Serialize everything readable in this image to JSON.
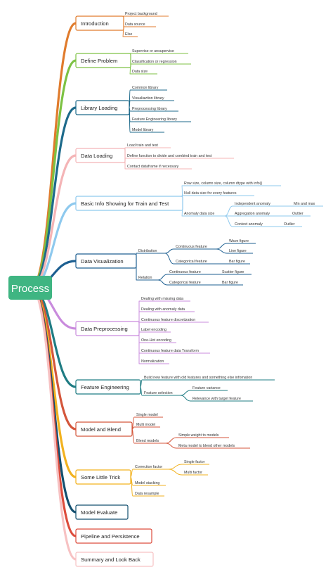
{
  "root": {
    "label": "Process",
    "color": "#3fb582"
  },
  "branches": [
    {
      "id": "introduction",
      "label": "Introduction",
      "color": "#e07b2c",
      "children": [
        {
          "label": "Project background"
        },
        {
          "label": "Data source"
        },
        {
          "label": "Else"
        }
      ]
    },
    {
      "id": "define-problem",
      "label": "Define Problem",
      "color": "#7dc243",
      "children": [
        {
          "label": "Supervise or unsupervise"
        },
        {
          "label": "Classification or regression"
        },
        {
          "label": "Data size"
        }
      ]
    },
    {
      "id": "library-loading",
      "label": "Library Loading",
      "color": "#1d6a8b",
      "children": [
        {
          "label": "Common library"
        },
        {
          "label": "Visualiaztion library"
        },
        {
          "label": "Preprocessing library"
        },
        {
          "label": "Feature Engineering library"
        },
        {
          "label": "Model library"
        }
      ]
    },
    {
      "id": "data-loading",
      "label": "Data Loading",
      "color": "#f4b4b6",
      "children": [
        {
          "label": "Load train and test"
        },
        {
          "label": "Define function to divide and combind train and test"
        },
        {
          "label": "Contact dataframe if necessary"
        }
      ]
    },
    {
      "id": "basic-info",
      "label": "Basic Info Showing for Train and Test",
      "color": "#8ec9ee",
      "children": [
        {
          "label": "Row size, column size, column dtype with info()"
        },
        {
          "label": "Null data size for every features"
        },
        {
          "label": "Anomaly data size",
          "children": [
            {
              "label": "Independent anomaly",
              "children": [
                {
                  "label": "Min and max"
                }
              ]
            },
            {
              "label": "Aggregation anomaly",
              "children": [
                {
                  "label": "Outlier"
                }
              ]
            },
            {
              "label": "Context anomaly",
              "children": [
                {
                  "label": "Outlier"
                }
              ]
            }
          ]
        }
      ]
    },
    {
      "id": "data-visualization",
      "label": "Data Visualization",
      "color": "#1d5f91",
      "children": [
        {
          "label": "Distribution",
          "children": [
            {
              "label": "Continuous feature",
              "children": [
                {
                  "label": "Wave figure"
                },
                {
                  "label": "Line figure"
                }
              ]
            },
            {
              "label": "Categorical feature",
              "children": [
                {
                  "label": "Bar figure"
                }
              ]
            }
          ]
        },
        {
          "label": "Relation",
          "children": [
            {
              "label": "Continuous feature",
              "children": [
                {
                  "label": "Scatter figure"
                }
              ]
            },
            {
              "label": "Categorical feature",
              "children": [
                {
                  "label": "Bar figure"
                }
              ]
            }
          ]
        }
      ]
    },
    {
      "id": "data-preprocessing",
      "label": "Data Preprocessing",
      "color": "#c98bdd",
      "children": [
        {
          "label": "Dealing with missing data"
        },
        {
          "label": "Dealing with anomaly data"
        },
        {
          "label": "Continuous feature discretization"
        },
        {
          "label": "Label encoding"
        },
        {
          "label": "One-Hot encoding"
        },
        {
          "label": "Continuous feature data Transform"
        },
        {
          "label": "Normalization"
        }
      ]
    },
    {
      "id": "feature-engineering",
      "label": "Feature Engineering",
      "color": "#1f7c83",
      "children": [
        {
          "label": "Build new feature with old features and something else infomation"
        },
        {
          "label": "Feature selection",
          "children": [
            {
              "label": "Feature variance"
            },
            {
              "label": "Relevance with target feature"
            }
          ]
        }
      ]
    },
    {
      "id": "model-and-blend",
      "label": "Model and Blend",
      "color": "#d4563b",
      "children": [
        {
          "label": "Single model"
        },
        {
          "label": "Multi model"
        },
        {
          "label": "Blend models",
          "children": [
            {
              "label": "Simple weight to models"
            },
            {
              "label": "Meta model to blend other models"
            }
          ]
        }
      ]
    },
    {
      "id": "some-little-trick",
      "label": "Some Little Trick",
      "color": "#f2b21f",
      "children": [
        {
          "label": "Correction factor",
          "children": [
            {
              "label": "Single factor"
            },
            {
              "label": "Multi factor"
            }
          ]
        },
        {
          "label": "Model stacking"
        },
        {
          "label": "Data resample"
        }
      ]
    },
    {
      "id": "model-evaluate",
      "label": "Model Evaluate",
      "color": "#134f6f",
      "children": []
    },
    {
      "id": "pipeline-and-persistence",
      "label": "Pipeline and Persistence",
      "color": "#dd4c3c",
      "children": []
    },
    {
      "id": "summary-and-look-back",
      "label": "Summary and Look Back",
      "color": "#f7c2c3",
      "children": []
    }
  ]
}
